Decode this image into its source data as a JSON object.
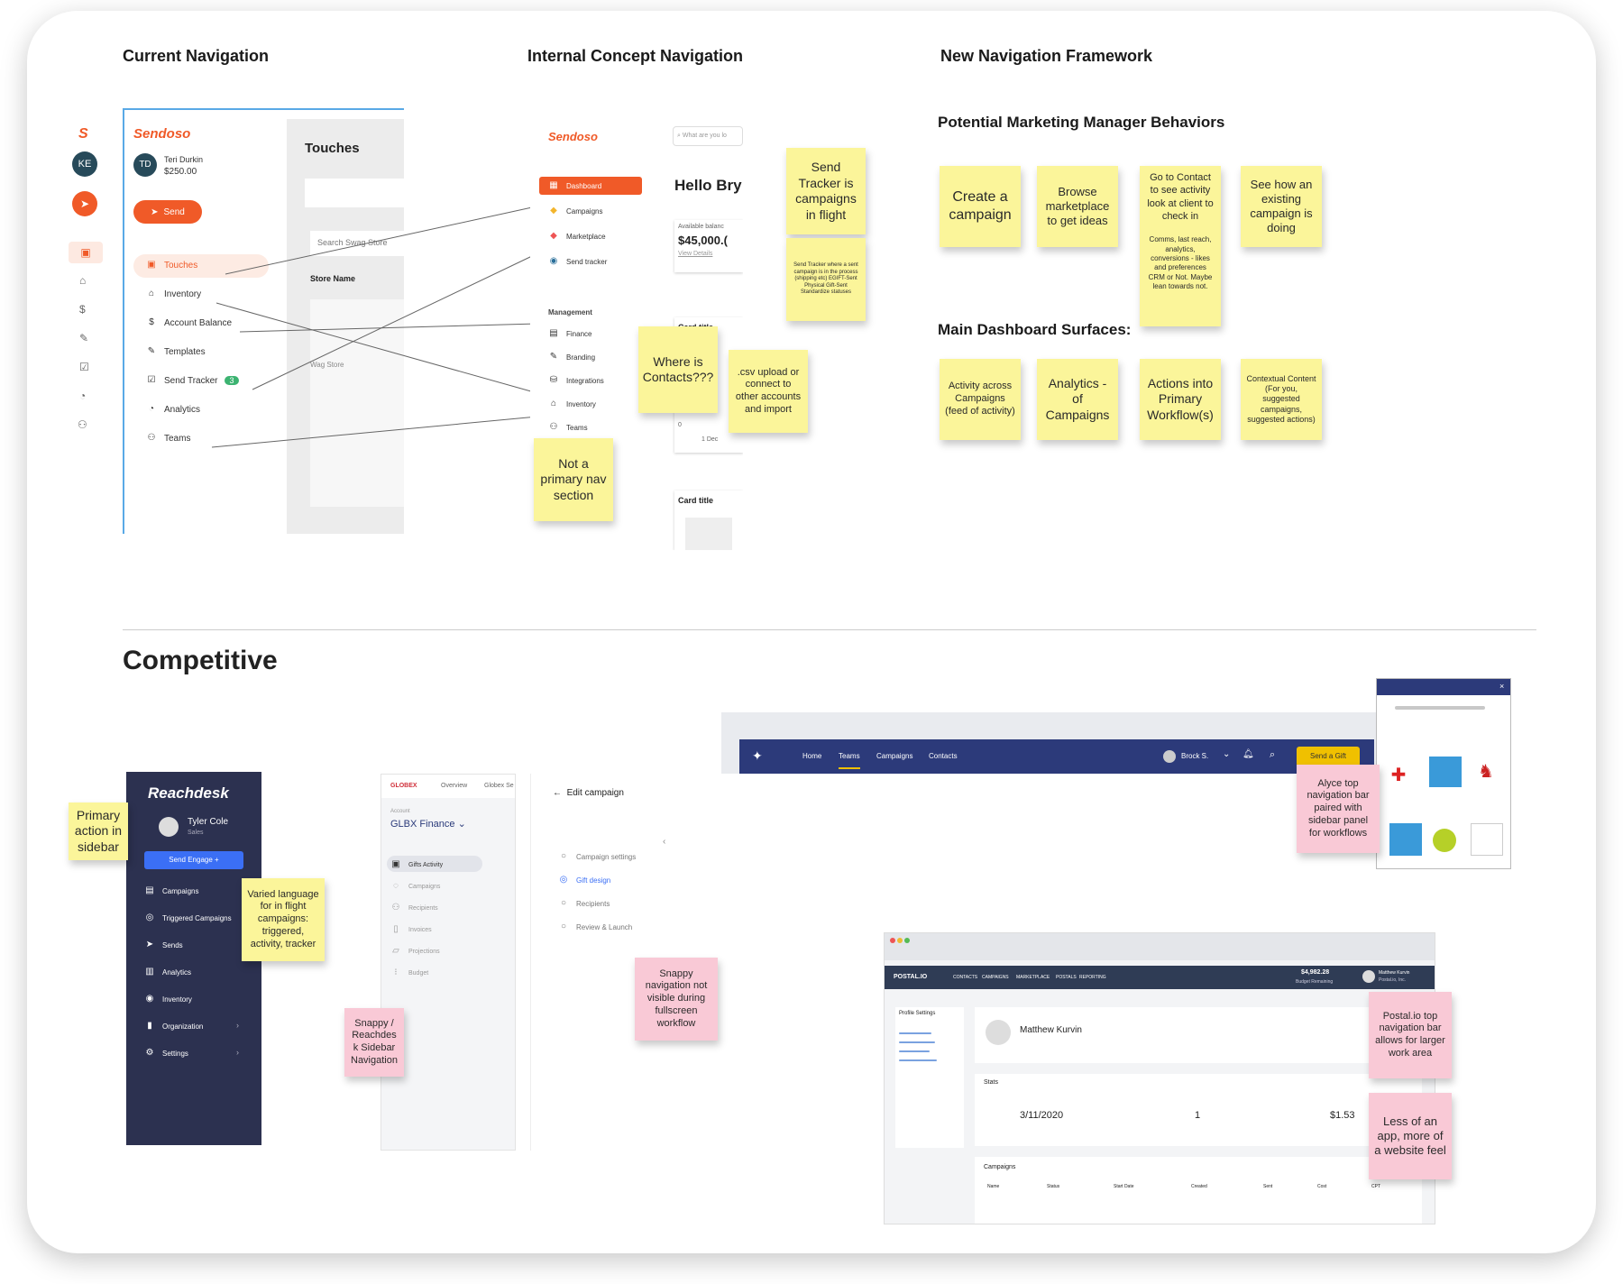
{
  "sections": {
    "current_nav": "Current Navigation",
    "internal_nav": "Internal Concept Navigation",
    "new_nav": "New Navigation Framework",
    "behaviors": "Potential Marketing Manager Behaviors",
    "surfaces": "Main Dashboard Surfaces:",
    "competitive": "Competitive"
  },
  "current": {
    "logo": "Sendoso",
    "initials_rail": "KE",
    "user_initials": "TD",
    "user_name": "Teri Durkin",
    "balance": "$250.00",
    "send_label": "Send",
    "nav": [
      "Touches",
      "Inventory",
      "Account Balance",
      "Templates",
      "Send Tracker",
      "Analytics",
      "Teams"
    ],
    "tracker_badge": "3",
    "page_title": "Touches",
    "search_placeholder": "Search Swag Store",
    "store_name_label": "Store Name",
    "wag_store": "Wag Store"
  },
  "internal": {
    "logo": "Sendoso",
    "search_placeholder": "What are you lo",
    "nav": [
      "Dashboard",
      "Campaigns",
      "Marketplace",
      "Send tracker"
    ],
    "management_label": "Management",
    "mgmt": [
      "Finance",
      "Branding",
      "Integrations",
      "Inventory",
      "Teams"
    ],
    "greeting": "Hello Bry",
    "avail_label": "Available balanc",
    "avail_value": "$45,000.(",
    "view_details": "View Details",
    "card_title_1": "Card title",
    "card_title_2": "Card title",
    "card_small_1": "0",
    "card_small_2": "1 Dec"
  },
  "stickies_top": {
    "send_tracker": "Send Tracker is campaigns in flight",
    "send_tracker_note": "Send Tracker where a sent campaign is in the process (shipping etc) EGIFT-Sent Physical Gift-Sent Standardize statuses",
    "where_contacts": "Where is Contacts???",
    "csv": ".csv upload or connect to other accounts and import",
    "not_primary": "Not a primary nav section"
  },
  "behaviors": [
    "Create a campaign",
    "Browse marketplace to get ideas",
    "Go to Contact to see activity look at client to check in",
    "See how an existing campaign is doing"
  ],
  "behavior_note": "Comms, last reach, analytics, conversions - likes and preferences CRM or Not. Maybe lean towards not.",
  "surfaces": [
    "Activity across Campaigns (feed of activity)",
    "Analytics - of Campaigns",
    "Actions into Primary Workflow(s)",
    "Contextual Content (For you, suggested campaigns, suggested actions)"
  ],
  "reachdesk": {
    "logo": "Reachdesk",
    "user": "Tyler Cole",
    "role": "Sales",
    "cta": "Send Engage +",
    "nav": [
      "Campaigns",
      "Triggered Campaigns",
      "Sends",
      "Analytics",
      "Inventory",
      "Organization",
      "Settings"
    ]
  },
  "snappy": {
    "brand": "GLOBEX",
    "tabs": [
      "Overview",
      "Globex Se"
    ],
    "account_label": "Account",
    "account": "GLBX Finance",
    "nav": [
      "Gifts Activity",
      "Campaigns",
      "Recipients",
      "Invoices",
      "Projections",
      "Budget"
    ],
    "edit_title": "Edit campaign",
    "steps": [
      "Campaign settings",
      "Gift design",
      "Recipients",
      "Review & Launch"
    ]
  },
  "alyce": {
    "nav": [
      "Home",
      "Teams",
      "Campaigns",
      "Contacts"
    ],
    "user": "Brock S.",
    "cta": "Send a Gift"
  },
  "postal": {
    "brand": "POSTAL.IO",
    "nav": [
      "CONTACTS",
      "CAMPAIGNS",
      "MARKETPLACE",
      "POSTALS",
      "REPORTING"
    ],
    "budget": "$4,982.28",
    "budget_label": "Budget Remaining",
    "user": "Matthew Kurvin",
    "org": "Postal.io, Inc.",
    "profile_settings": "Profile Settings",
    "profile_name": "Matthew Kurvin",
    "stats_label": "Stats",
    "stats": [
      "3/11/2020",
      "1",
      "$1.53"
    ],
    "campaigns_label": "Campaigns",
    "columns": [
      "Name",
      "Status",
      "Start Date",
      "Created",
      "Sent",
      "Cost",
      "CPT"
    ]
  },
  "stickies_comp": {
    "primary_action": "Primary action in sidebar",
    "varied": "Varied language for in flight campaigns: triggered, activity, tracker",
    "snappy_sidebar": "Snappy / Reachdes k Sidebar Navigation",
    "snappy_hidden": "Snappy navigation not visible during fullscreen workflow",
    "alyce_note": "Alyce top navigation bar paired with sidebar panel for workflows",
    "postal_note": "Postal.io top navigation bar allows for larger work area",
    "less_app": "Less of an app, more of a website feel"
  },
  "colors": {
    "sendoso_orange": "#f05a28",
    "reachdesk_navy": "#2c3150",
    "alyce_navy": "#2c3a7a",
    "sticky_yellow": "#fbf59a",
    "sticky_pink": "#f9c9d6"
  }
}
